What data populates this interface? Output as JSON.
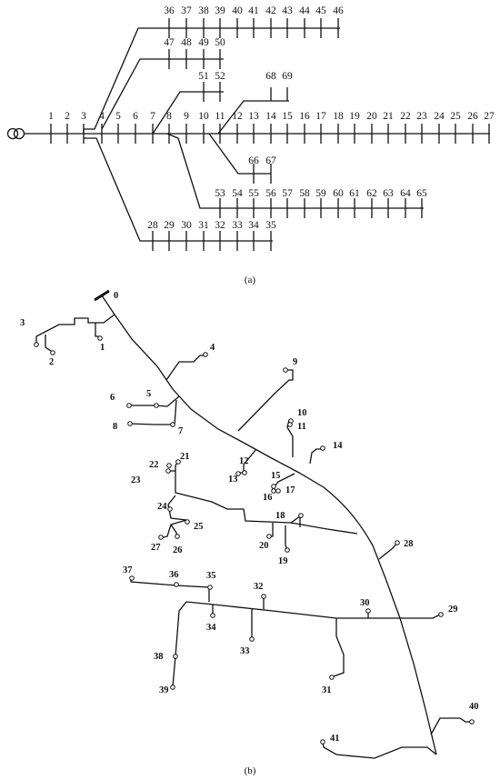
{
  "figure_a": {
    "caption": "(a)",
    "main_feeder_labels": [
      "1",
      "2",
      "3",
      "4",
      "5",
      "6",
      "7",
      "8",
      "9",
      "10",
      "11",
      "12",
      "13",
      "14",
      "15",
      "16",
      "17",
      "18",
      "19",
      "20",
      "21",
      "22",
      "23",
      "24",
      "25",
      "26",
      "27"
    ],
    "lateral_36_46_labels": [
      "36",
      "37",
      "38",
      "39",
      "40",
      "41",
      "42",
      "43",
      "44",
      "45",
      "46"
    ],
    "lateral_47_50_labels": [
      "47",
      "48",
      "49",
      "50"
    ],
    "lateral_51_52_labels": [
      "51",
      "52"
    ],
    "lateral_68_69_labels": [
      "68",
      "69"
    ],
    "lateral_66_67_labels": [
      "66",
      "67"
    ],
    "lateral_53_65_labels": [
      "53",
      "54",
      "55",
      "56",
      "57",
      "58",
      "59",
      "60",
      "61",
      "62",
      "63",
      "64",
      "65"
    ],
    "lateral_28_35_labels": [
      "28",
      "29",
      "30",
      "31",
      "32",
      "33",
      "34",
      "35"
    ]
  },
  "figure_b": {
    "caption": "(b)",
    "node_labels": [
      "0",
      "1",
      "2",
      "3",
      "4",
      "5",
      "6",
      "7",
      "8",
      "9",
      "10",
      "11",
      "12",
      "13",
      "14",
      "15",
      "16",
      "17",
      "18",
      "19",
      "20",
      "21",
      "22",
      "23",
      "24",
      "25",
      "26",
      "27",
      "28",
      "29",
      "30",
      "31",
      "32",
      "33",
      "34",
      "35",
      "36",
      "37",
      "38",
      "39",
      "40",
      "41"
    ]
  }
}
